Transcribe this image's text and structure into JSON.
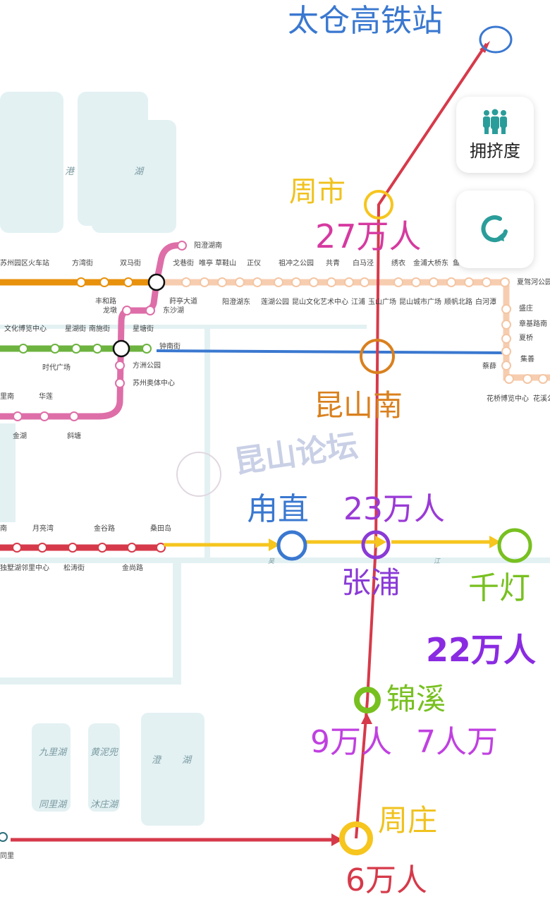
{
  "colors": {
    "line2": "#e8910c",
    "line2ext": "#f7cdb0",
    "line4": "#de6ea8",
    "line3": "#6db33f",
    "blue": "#3a78d0",
    "red": "#d63a4a",
    "yellow": "#f6c51e"
  },
  "controls": {
    "crowding_label": "拥挤度",
    "crowding_icon": "people-icon",
    "refresh_icon": "refresh-icon"
  },
  "watermark": "昆山论坛",
  "overlay": {
    "taicang": "太仓高铁站",
    "zhoushi": "周市",
    "zhoushi_count": "27万人",
    "kunshannan": "昆山南",
    "luzhi": "甪直",
    "zhangpu_count": "23万人",
    "zhangpu": "张浦",
    "qiandeng": "千灯",
    "qiandeng_count": "22万人",
    "jinxi": "锦溪",
    "jinxi_count": "9万人",
    "jinxi_count2": "7人万",
    "zhouzhuang": "周庄",
    "zhouzhuang_count": "6万人"
  },
  "stations": {
    "l2": [
      "苏州园区火车站",
      "方湾街",
      "双马街",
      "戈巷街",
      "唯亭 草鞋山",
      "正仪",
      "祖冲之公园",
      "共青",
      "白马泾",
      "绣衣",
      "金浦大桥东",
      "鱼",
      "夏驾河公园"
    ],
    "l2b": [
      "丰和路",
      "龙墩",
      "莳亭大道",
      "东沙湖",
      "阳澄湖东",
      "莲湖公园",
      "昆山文化艺术中心",
      "江浦",
      "玉山广场",
      "昆山城市广场",
      "顺帆北路",
      "白河潭"
    ],
    "l2v": [
      "盛庄",
      "章基路南",
      "夏桥",
      "集善",
      "花桥博览中心",
      "花溪公"
    ],
    "pink": [
      "阳澄湖南",
      "星塘街",
      "方洲公园",
      "苏州奥体中心",
      "华莲",
      "斜塘",
      "金湖",
      "里南"
    ],
    "green": [
      "文化博览中心",
      "星湖街",
      "南施街",
      "时代广场",
      "钟南街",
      "蔡薛"
    ],
    "red": [
      "南",
      "月亮湾",
      "金谷路",
      "桑田岛",
      "独墅湖邻里中心",
      "松涛街",
      "金尚路",
      "同里"
    ]
  },
  "lakes": [
    "港",
    "湖",
    "九里湖",
    "黄泥兜",
    "同里湖",
    "沐庄湖",
    "澄",
    "湖",
    "吴",
    "江"
  ]
}
